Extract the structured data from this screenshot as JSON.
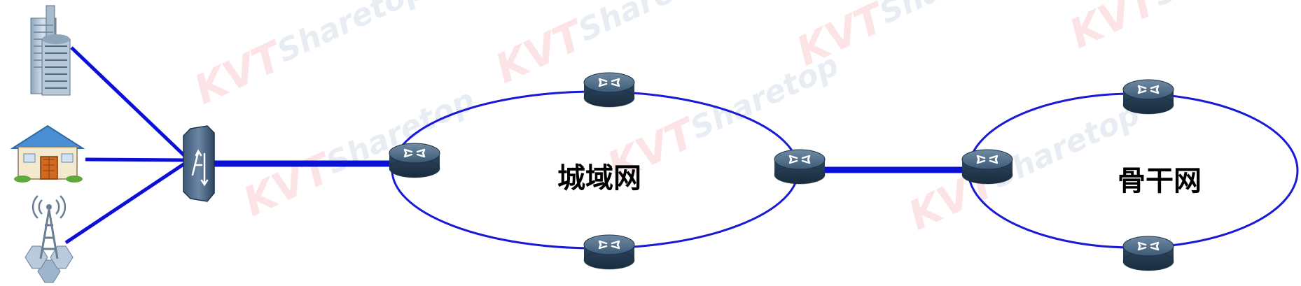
{
  "labels": {
    "metro_network": "城域网",
    "backbone_network": "骨干网"
  },
  "watermark": {
    "logo_letters": "KVT",
    "brand": "Sharetop"
  },
  "icons": {
    "office_building": "office-building-icon",
    "house": "house-icon",
    "cell_tower": "cell-tower-icon",
    "access_switch": "access-switch-icon",
    "router": "router-icon"
  },
  "colors": {
    "link_blue": "#0a10d8",
    "ring_blue": "#1a1ad6",
    "router_body": "#2b4a66",
    "watermark_red": "#e8505b",
    "watermark_gray": "#6d8fb0"
  }
}
